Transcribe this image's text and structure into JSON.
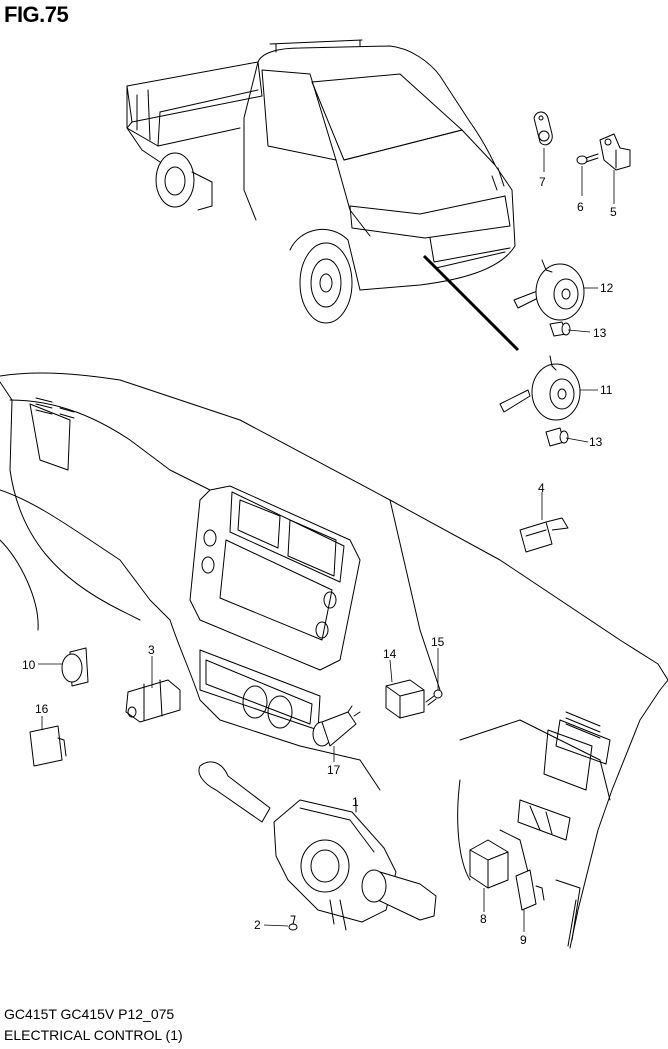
{
  "header": {
    "figure_title": "FIG.75"
  },
  "footer": {
    "models": "GC415T GC415V P12_075",
    "caption": "ELECTRICAL CONTROL (1)"
  },
  "callouts": {
    "n1": "1",
    "n2": "2",
    "n3": "3",
    "n4": "4",
    "n5": "5",
    "n6": "6",
    "n7": "7",
    "n8": "8",
    "n9": "9",
    "n10": "10",
    "n11": "11",
    "n12": "12",
    "n13a": "13",
    "n13b": "13",
    "n14": "14",
    "n15": "15",
    "n16": "16",
    "n17": "17"
  }
}
